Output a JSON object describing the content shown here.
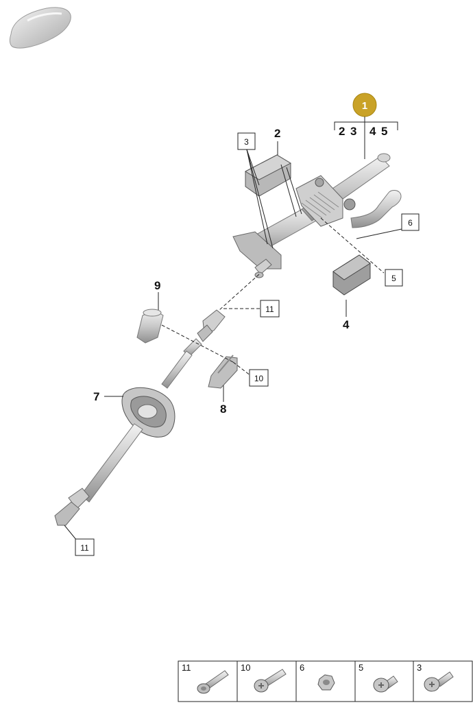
{
  "diagram": {
    "assembly_badge": "1",
    "assembly_children": [
      "2",
      "3",
      "4",
      "5"
    ],
    "callouts": {
      "c2": "2",
      "c3": "3",
      "c4": "4",
      "c5": "5",
      "c6": "6",
      "c7": "7",
      "c8": "8",
      "c9": "9",
      "c10": "10",
      "c11_top": "11",
      "c11_bottom": "11"
    },
    "fasteners": [
      {
        "label": "11",
        "icon": "flange-bolt-icon"
      },
      {
        "label": "10",
        "icon": "torx-bolt-icon"
      },
      {
        "label": "6",
        "icon": "nut-icon"
      },
      {
        "label": "5",
        "icon": "short-screw-icon"
      },
      {
        "label": "3",
        "icon": "pan-head-screw-icon"
      }
    ],
    "colors": {
      "badge": "#c9a227",
      "part_light": "#e4e4e4",
      "part_mid": "#bdbdbd",
      "part_dark": "#8a8a8a",
      "line": "#222222"
    }
  }
}
